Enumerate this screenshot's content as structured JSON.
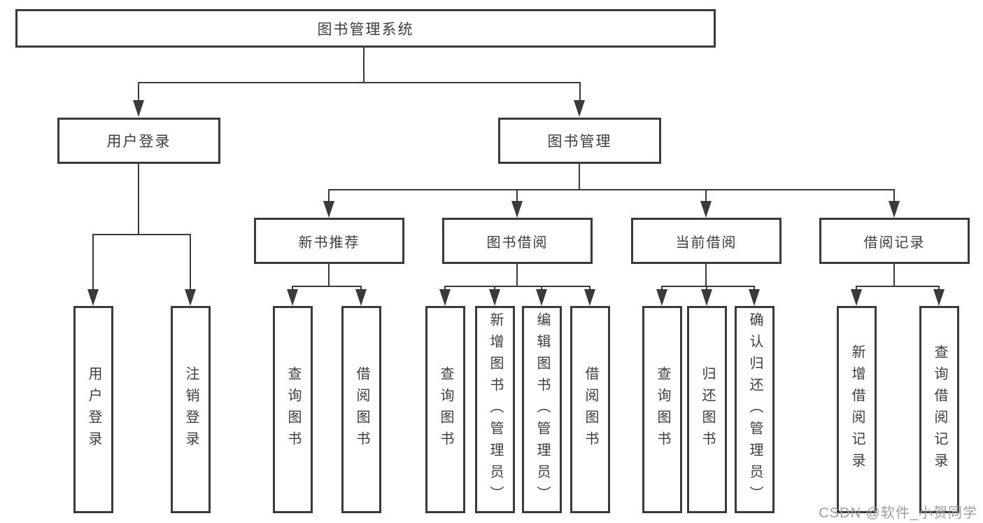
{
  "diagram": {
    "title": "图书管理系统",
    "nodes": {
      "root": "图书管理系统",
      "user_login": "用户登录",
      "book_mgmt": "图书管理",
      "new_book_rec": "新书推荐",
      "book_borrow": "图书借阅",
      "current_borrow": "当前借阅",
      "borrow_records": "借阅记录"
    },
    "leaves": {
      "user_login": [
        "用户登录",
        "注销登录"
      ],
      "new_book_rec": [
        "查询图书",
        "借阅图书"
      ],
      "book_borrow": [
        "查询图书",
        "新增图书（管理员）",
        "编辑图书（管理员）",
        "借阅图书"
      ],
      "current_borrow": [
        "查询图书",
        "归还图书",
        "确认归还（管理员）"
      ],
      "borrow_records": [
        "新增借阅记录",
        "查询借阅记录"
      ]
    },
    "watermark": "CSDN @软件_小贺同学",
    "colors": {
      "line": "#3a3a3a",
      "text": "#3d3d3d",
      "watermark": "#9e9e9e",
      "background": "#ffffff"
    }
  }
}
